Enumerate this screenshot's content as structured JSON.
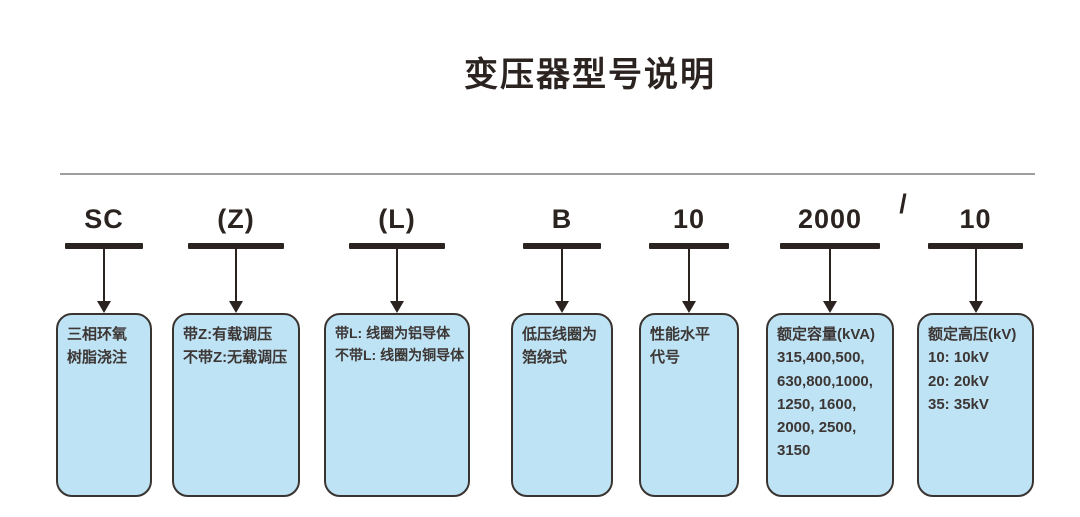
{
  "page": {
    "title": "变压器型号说明"
  },
  "code_row": {
    "separator": "/"
  },
  "columns": [
    {
      "code": "SC",
      "lines": [
        "三相环氧",
        "树脂浇注"
      ]
    },
    {
      "code": "(Z)",
      "lines": [
        "带Z:有载调压",
        "不带Z:无载调压"
      ]
    },
    {
      "code": "(L)",
      "lines": [
        "带L: 线圈为铝导体",
        "不带L: 线圈为铜导体"
      ]
    },
    {
      "code": "B",
      "lines": [
        "低压线圈为",
        "箔绕式"
      ]
    },
    {
      "code": "10",
      "lines": [
        "性能水平",
        "代号"
      ]
    },
    {
      "code": "2000",
      "lines": [
        "额定容量(kVA)",
        "315,400,500,",
        "630,800,1000,",
        "1250, 1600,",
        "2000, 2500,",
        "3150"
      ]
    },
    {
      "code": "10",
      "lines": [
        "额定高压(kV)",
        "10: 10kV",
        "20: 20kV",
        "35: 35kV"
      ]
    }
  ],
  "colors": {
    "ink": "#2b2320",
    "divider": "#9e9e9e",
    "box_fill": "#bee3f5",
    "box_border": "#3a3431",
    "box_text": "#3c3634"
  }
}
